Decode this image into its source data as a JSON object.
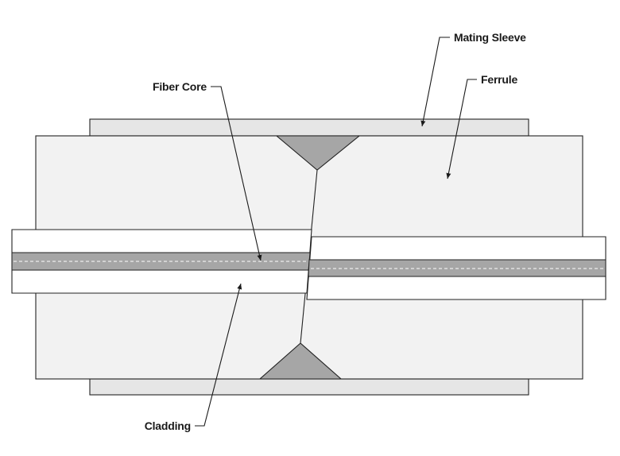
{
  "labels": {
    "mating_sleeve": "Mating Sleeve",
    "ferrule": "Ferrule",
    "fiber_core": "Fiber Core",
    "cladding": "Cladding"
  },
  "colors": {
    "background": "#ffffff",
    "ferrule_fill": "#f2f2f2",
    "sleeve_fill": "#e6e6e6",
    "core_fill": "#a6a6a6",
    "cladding_fill": "#ffffff",
    "gap_fill": "#a6a6a6",
    "outline": "#222222",
    "dash": "#ffffff"
  }
}
